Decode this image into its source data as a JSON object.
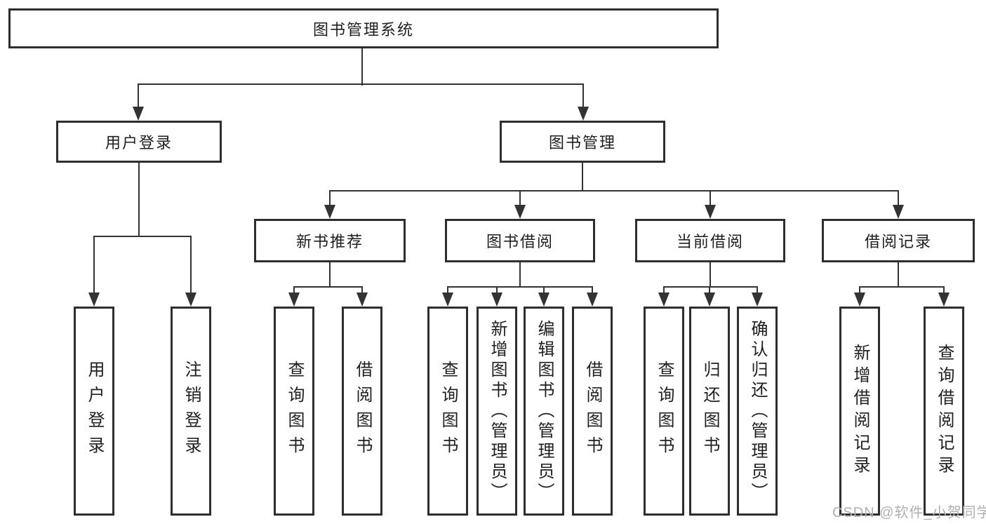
{
  "diagram_type": "hierarchy-tree",
  "colors": {
    "background": "#ffffff",
    "line": "#333333",
    "box_border": "#2e2e2e",
    "text": "#1f1f1f",
    "watermark": "#b0b0b0"
  },
  "watermark": "CSDN @软件_小贺同学",
  "hierarchy": {
    "label": "图书管理系统",
    "children": [
      {
        "label": "用户登录",
        "children": [
          {
            "label": "用户登录"
          },
          {
            "label": "注销登录"
          }
        ]
      },
      {
        "label": "图书管理",
        "children": [
          {
            "label": "新书推荐",
            "children": [
              {
                "label": "查询图书"
              },
              {
                "label": "借阅图书"
              }
            ]
          },
          {
            "label": "图书借阅",
            "children": [
              {
                "label": "查询图书"
              },
              {
                "label": "新增图书（管理员）"
              },
              {
                "label": "编辑图书（管理员）"
              },
              {
                "label": "借阅图书"
              }
            ]
          },
          {
            "label": "当前借阅",
            "children": [
              {
                "label": "查询图书"
              },
              {
                "label": "归还图书"
              },
              {
                "label": "确认归还（管理员）"
              }
            ]
          },
          {
            "label": "借阅记录",
            "children": [
              {
                "label": "新增借阅记录"
              },
              {
                "label": "查询借阅记录"
              }
            ]
          }
        ]
      }
    ]
  }
}
